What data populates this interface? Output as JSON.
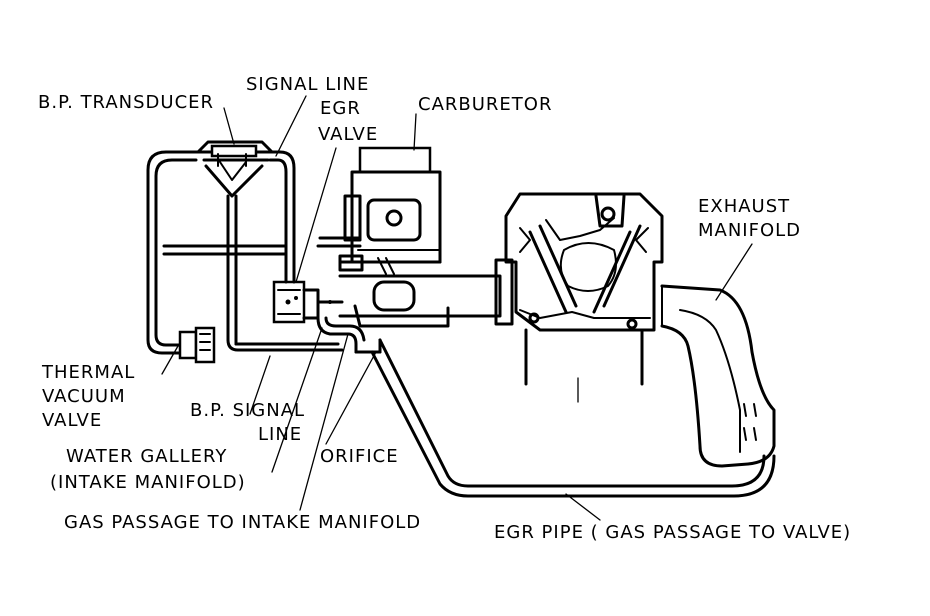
{
  "labels": {
    "bp_transducer": "B.P. TRANSDUCER",
    "signal_line": "SIGNAL LINE",
    "egr_valve_1": "EGR",
    "egr_valve_2": "VALVE",
    "carburetor": "CARBURETOR",
    "exhaust_manifold_1": "EXHAUST",
    "exhaust_manifold_2": "MANIFOLD",
    "thermal_vacuum_valve_1": "THERMAL",
    "thermal_vacuum_valve_2": "VACUUM",
    "thermal_vacuum_valve_3": "VALVE",
    "bp_signal_line_1": "B.P. SIGNAL",
    "bp_signal_line_2": "LINE",
    "water_gallery_1": "WATER GALLERY",
    "water_gallery_2": "(INTAKE MANIFOLD)",
    "orifice": "ORIFICE",
    "gas_passage": "GAS PASSAGE TO INTAKE MANIFOLD",
    "egr_pipe": "EGR PIPE ( GAS PASSAGE TO VALVE)"
  }
}
